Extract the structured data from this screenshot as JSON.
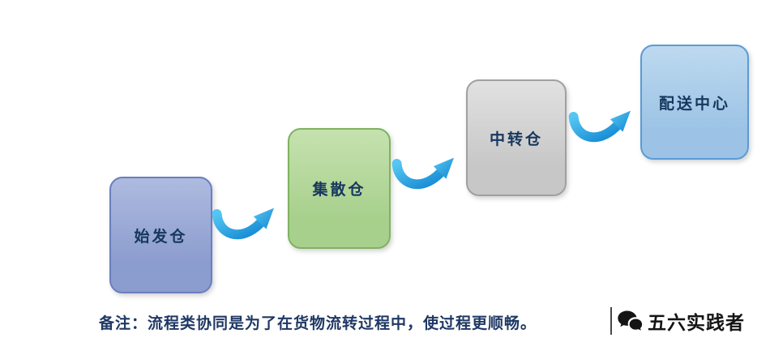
{
  "diagram": {
    "nodes": [
      {
        "label": "始发仓",
        "fill": "#8b9cce",
        "fill_top": "#aebbe0",
        "border": "#6b7ec0"
      },
      {
        "label": "集散仓",
        "fill": "#a8d08d",
        "fill_top": "#c5e2af",
        "border": "#7fb260"
      },
      {
        "label": "中转仓",
        "fill": "#c7c7c7",
        "fill_top": "#e1e1e1",
        "border": "#a0a0a0"
      },
      {
        "label": "配送中心",
        "fill": "#9cc3e5",
        "fill_top": "#bdd9f0",
        "border": "#5b9bd5"
      }
    ],
    "arrow_gradient": [
      "#55c6f2",
      "#1489d3"
    ],
    "note": "备注：流程类协同是为了在货物流转过程中，使过程更顺畅。"
  },
  "footer": {
    "brand": "五六实践者"
  }
}
